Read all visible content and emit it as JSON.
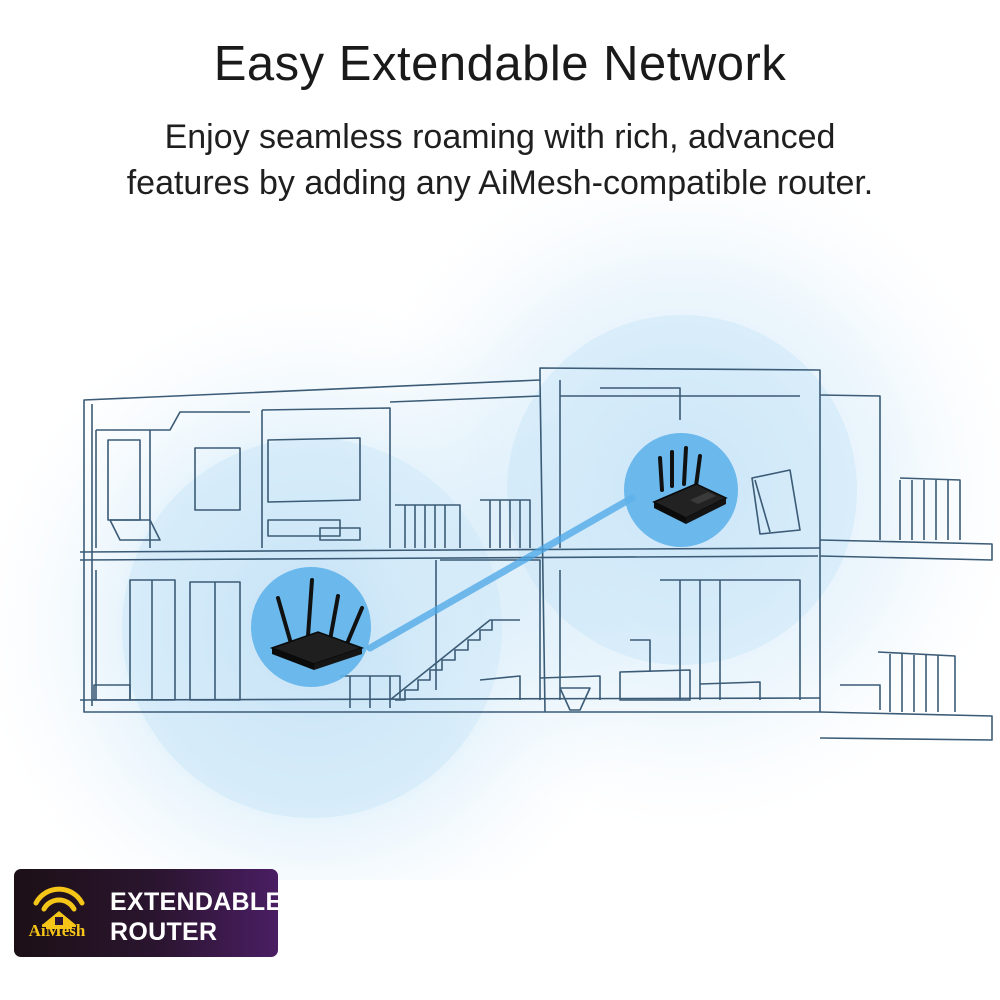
{
  "header": {
    "title": "Easy Extendable Network",
    "subtitle_line1": "Enjoy seamless roaming with rich, advanced",
    "subtitle_line2": "features by adding any AiMesh-compatible router."
  },
  "badge": {
    "logo_text": "AiMesh",
    "line1": "EXTENDABLE",
    "line2": "ROUTER"
  },
  "colors": {
    "signal": "#b9dcf3",
    "link_line": "#4aa5e6",
    "line_art": "#3b5b76",
    "badge_accent": "#f5c518",
    "badge_bg_end": "#4a1e63"
  },
  "icons": [
    "router-icon",
    "wifi-house-icon"
  ]
}
